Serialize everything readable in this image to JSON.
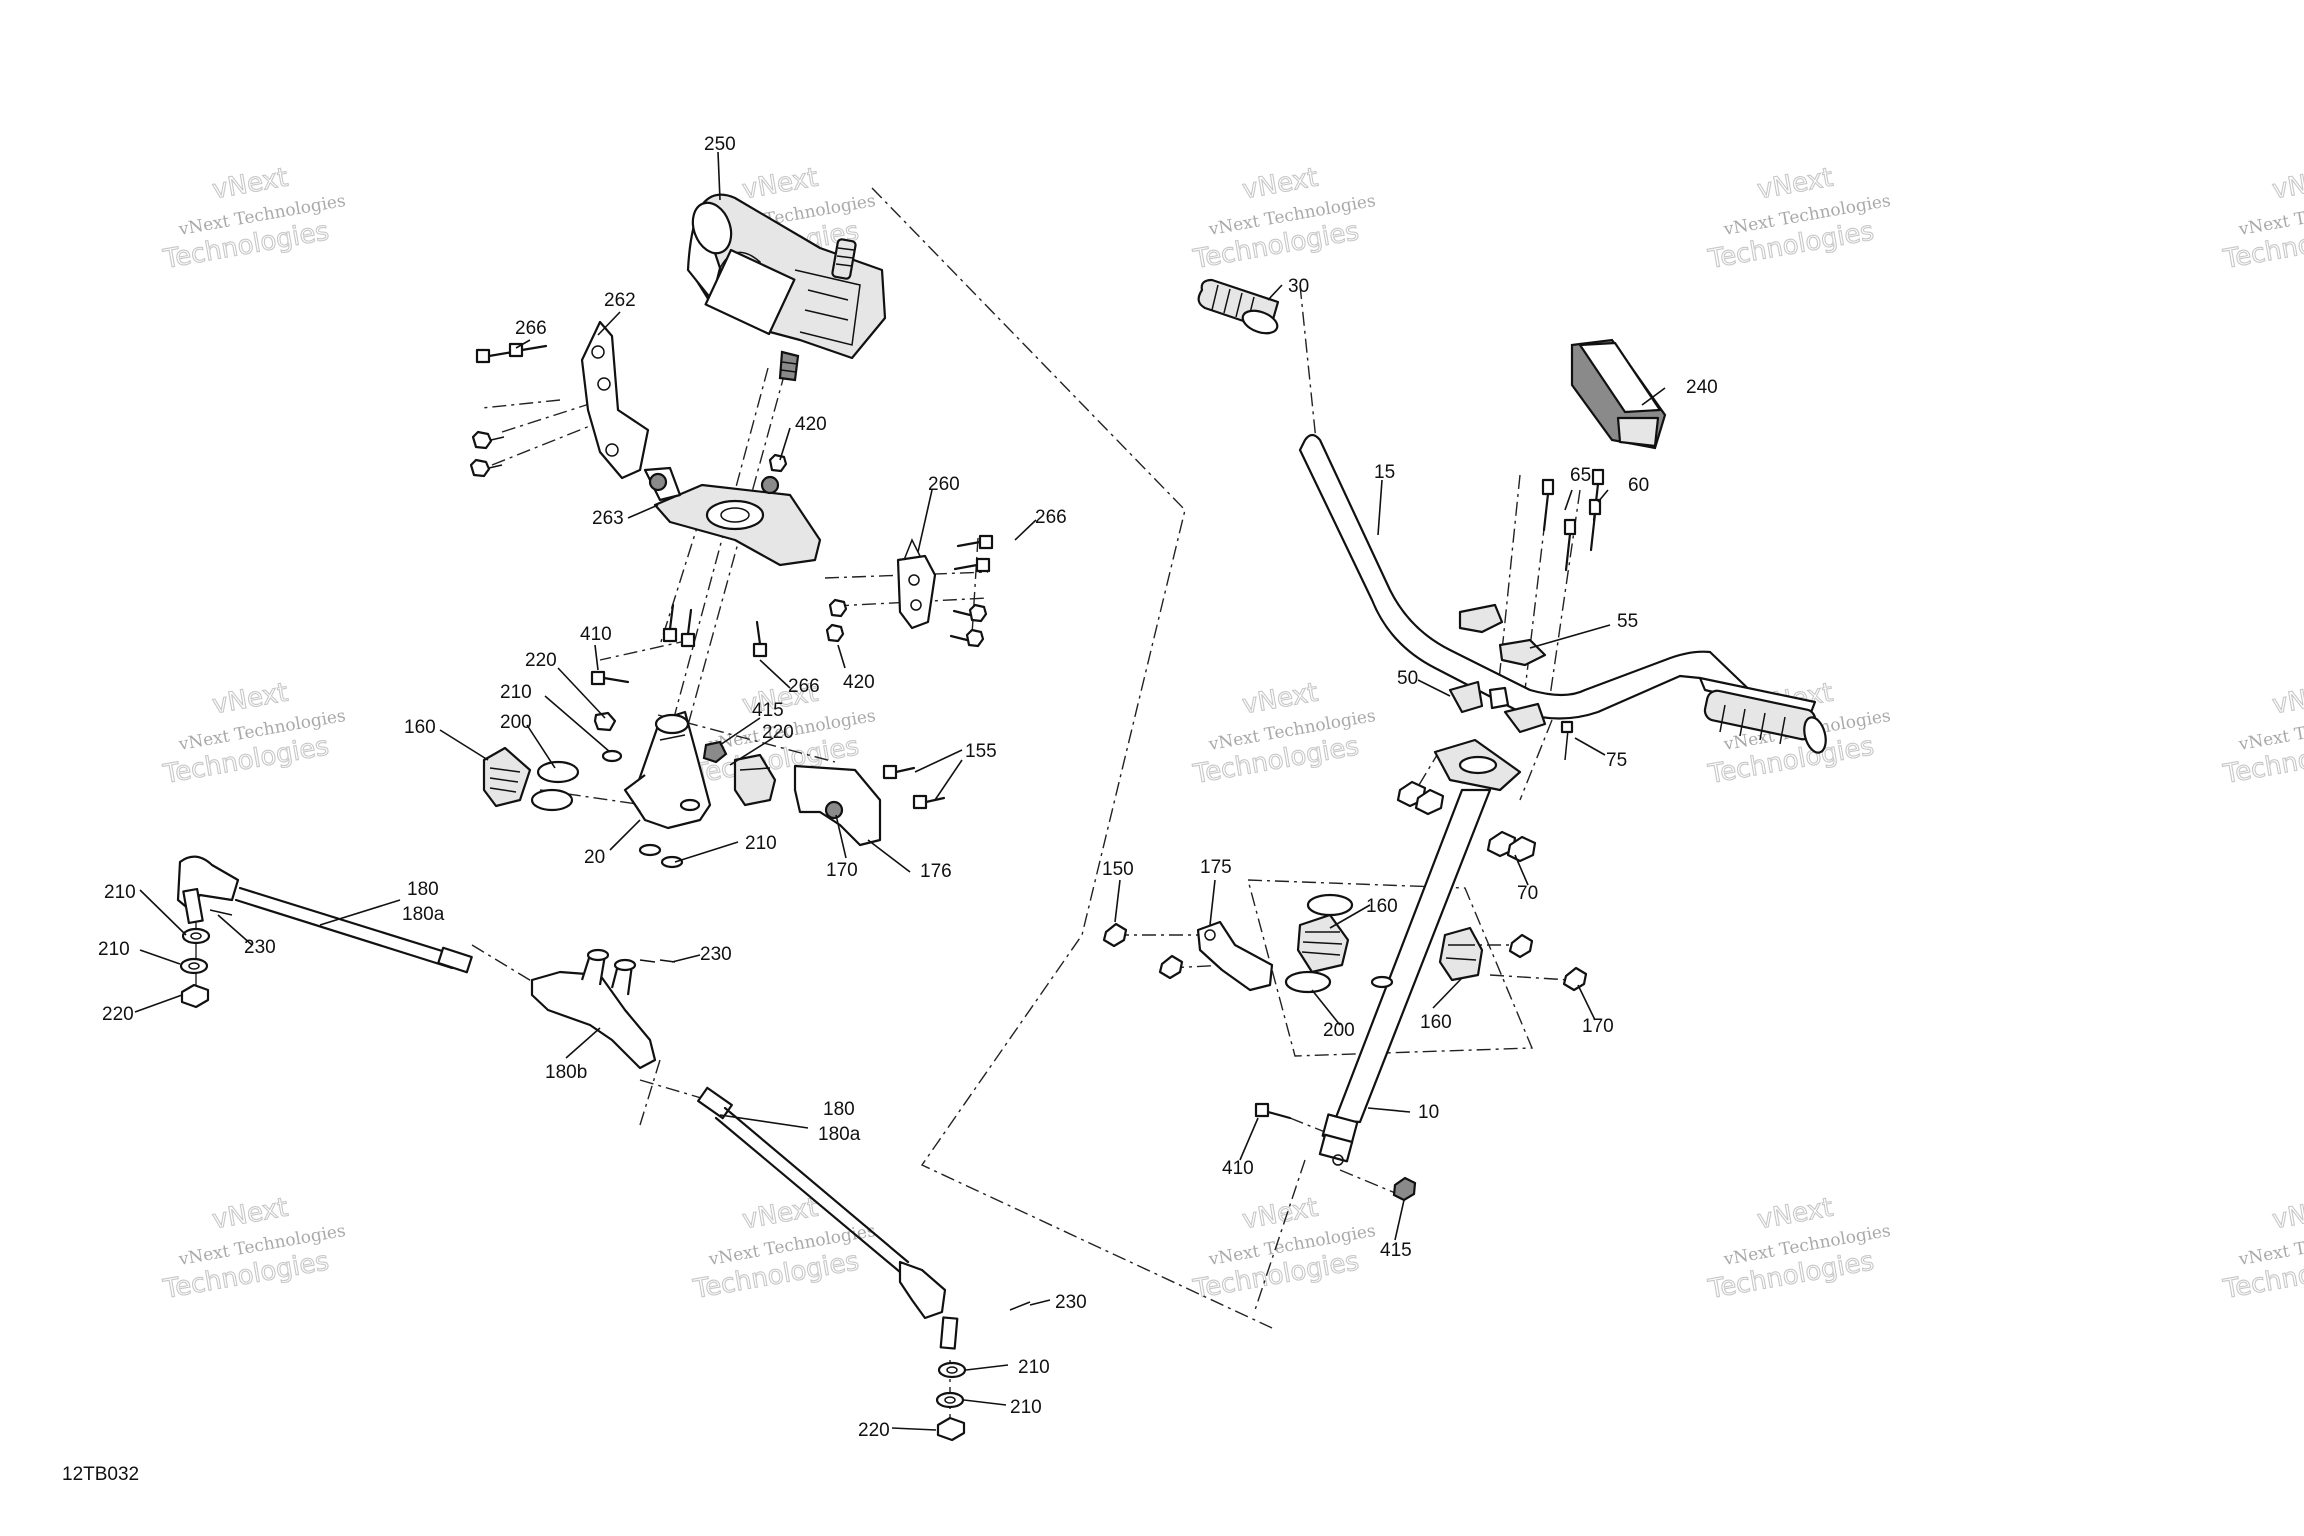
{
  "drawing_code": "12TB032",
  "watermark": {
    "line1": "vNext Technologies",
    "line2": "Technologies",
    "line3": "vNext"
  },
  "callouts": {
    "c250": "250",
    "c262": "262",
    "c266a": "266",
    "c420a": "420",
    "c263": "263",
    "c260": "260",
    "c266b": "266",
    "c266c": "266",
    "c420b": "420",
    "c410a": "410",
    "c220a": "220",
    "c210a": "210",
    "c200a": "200",
    "c160a": "160",
    "c415a": "415",
    "c220b": "220",
    "c155": "155",
    "c20": "20",
    "c210b": "210",
    "c170a": "170",
    "c176": "176",
    "c180a": "180",
    "c180aa": "180a",
    "c210c": "210",
    "c230a": "230",
    "c210d": "210",
    "c220c": "220",
    "c230b": "230",
    "c180b": "180b",
    "c180c": "180",
    "c180ab": "180a",
    "c230c": "230",
    "c210e": "210",
    "c210f": "210",
    "c220d": "220",
    "c30": "30",
    "c240": "240",
    "c15": "15",
    "c65": "65",
    "c60": "60",
    "c55": "55",
    "c50": "50",
    "c75": "75",
    "c70": "70",
    "c150": "150",
    "c175": "175",
    "c160b": "160",
    "c160c": "160",
    "c200b": "200",
    "c170b": "170",
    "c10": "10",
    "c410b": "410",
    "c415b": "415"
  }
}
